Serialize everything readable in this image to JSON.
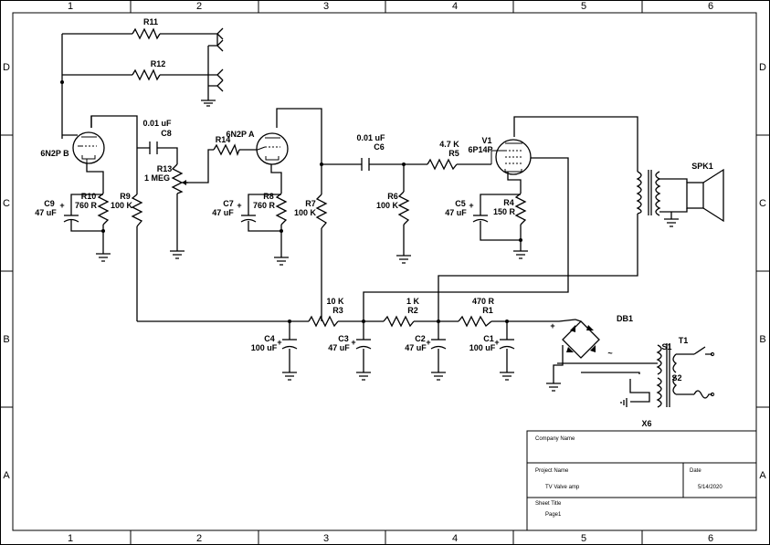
{
  "border": {
    "columns": [
      "1",
      "2",
      "3",
      "4",
      "5",
      "6"
    ],
    "rows": [
      "D",
      "C",
      "B",
      "A"
    ]
  },
  "components": {
    "r11": {
      "ref": "R11"
    },
    "r12": {
      "ref": "R12"
    },
    "v_6n2p_b": {
      "ref": "6N2P B"
    },
    "c8": {
      "ref": "C8",
      "value": "0.01 uF"
    },
    "r13": {
      "ref": "R13",
      "value": "1 MEG"
    },
    "r14": {
      "ref": "R14"
    },
    "v_6n2p_a": {
      "ref": "6N2P A"
    },
    "c6": {
      "ref": "C6",
      "value": "0.01 uF"
    },
    "r5": {
      "ref": "R5",
      "value": "4.7 K"
    },
    "v1": {
      "ref": "V1",
      "value": "6P14P"
    },
    "spk1": {
      "ref": "SPK1"
    },
    "c9": {
      "ref": "C9",
      "value": "47 uF"
    },
    "r10": {
      "ref": "R10",
      "value": "760 R"
    },
    "r9": {
      "ref": "R9",
      "value": "100 K"
    },
    "c7": {
      "ref": "C7",
      "value": "47 uF"
    },
    "r8": {
      "ref": "R8",
      "value": "760 R"
    },
    "r7": {
      "ref": "R7",
      "value": "100 K"
    },
    "r6": {
      "ref": "R6",
      "value": "100 K"
    },
    "c5": {
      "ref": "C5",
      "value": "47 uF"
    },
    "r4": {
      "ref": "R4",
      "value": "150 R"
    },
    "r3": {
      "ref": "R3",
      "value": "10 K"
    },
    "r2": {
      "ref": "R2",
      "value": "1 K"
    },
    "r1": {
      "ref": "R1",
      "value": "470 R"
    },
    "c4": {
      "ref": "C4",
      "value": "100 uF"
    },
    "c3": {
      "ref": "C3",
      "value": "47 uF"
    },
    "c2": {
      "ref": "C2",
      "value": "47 uF"
    },
    "c1": {
      "ref": "C1",
      "value": "100 uF"
    },
    "db1": {
      "ref": "DB1",
      "plus": "+",
      "ac": "~"
    },
    "t1": {
      "ref": "T1",
      "s1": "S1",
      "s2": "S2"
    },
    "x6": {
      "ref": "X6"
    }
  },
  "title_block": {
    "company_label": "Company Name",
    "project_label": "Project Name",
    "project_value": "TV Valve amp",
    "date_label": "Date",
    "date_value": "5/14/2020",
    "sheet_label": "Sheet Title",
    "sheet_value": "Page1"
  }
}
